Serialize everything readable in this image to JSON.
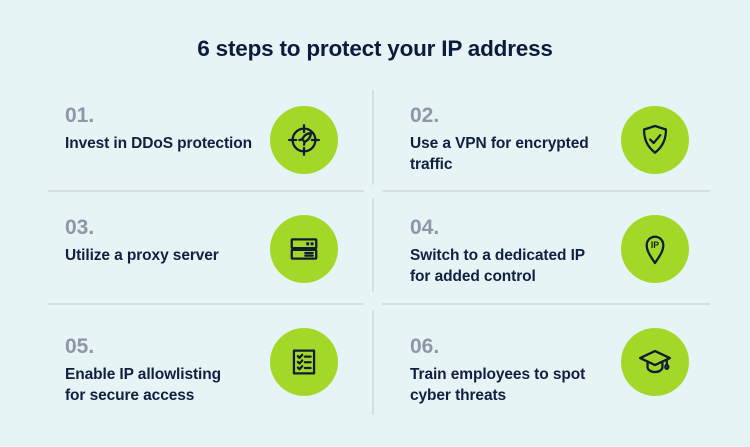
{
  "page": {
    "title": "6 steps to protect your IP address"
  },
  "colors": {
    "background": "#e6f4f5",
    "title_text": "#0d1b3c",
    "step_number": "#8e96a9",
    "step_label": "#112040",
    "icon_circle_green": "#a3d829",
    "icon_stroke": "#0f1d33",
    "divider": "#d5dfe3"
  },
  "steps": [
    {
      "number": "01.",
      "label": "Invest in DDoS protection",
      "icon": "ddos-target-rocket-icon"
    },
    {
      "number": "02.",
      "label": "Use a VPN for encrypted\ntraffic",
      "icon": "vpn-shield-check-icon"
    },
    {
      "number": "03.",
      "label": "Utilize a proxy server",
      "icon": "proxy-server-icon"
    },
    {
      "number": "04.",
      "label": "Switch to a dedicated IP\nfor added control",
      "icon": "dedicated-ip-pin-icon",
      "icon_text": "IP"
    },
    {
      "number": "05.",
      "label": "Enable IP allowlisting\nfor secure access",
      "icon": "allowlist-checklist-icon"
    },
    {
      "number": "06.",
      "label": "Train employees to spot\ncyber threats",
      "icon": "graduation-cap-icon"
    }
  ]
}
